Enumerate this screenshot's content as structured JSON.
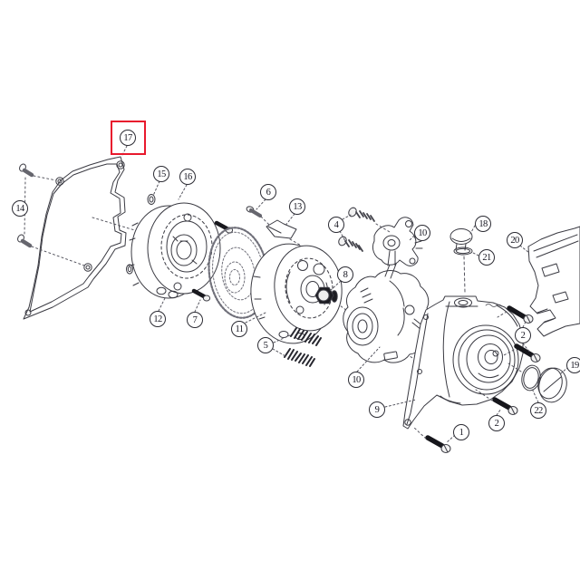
{
  "figure": {
    "type": "exploded-parts-diagram",
    "background_color": "#ffffff",
    "line_color": "#3a3a42",
    "highlight": {
      "color": "#e8192d",
      "highlighted_callout": "17"
    }
  },
  "callouts": [
    {
      "label": "17"
    },
    {
      "label": "14"
    },
    {
      "label": "15"
    },
    {
      "label": "16"
    },
    {
      "label": "6"
    },
    {
      "label": "13"
    },
    {
      "label": "4"
    },
    {
      "label": "10"
    },
    {
      "label": "18"
    },
    {
      "label": "20"
    },
    {
      "label": "21"
    },
    {
      "label": "8"
    },
    {
      "label": "12"
    },
    {
      "label": "7"
    },
    {
      "label": "11"
    },
    {
      "label": "5"
    },
    {
      "label": "2"
    },
    {
      "label": "19"
    },
    {
      "label": "10"
    },
    {
      "label": "9"
    },
    {
      "label": "22"
    },
    {
      "label": "2"
    },
    {
      "label": "1"
    }
  ]
}
